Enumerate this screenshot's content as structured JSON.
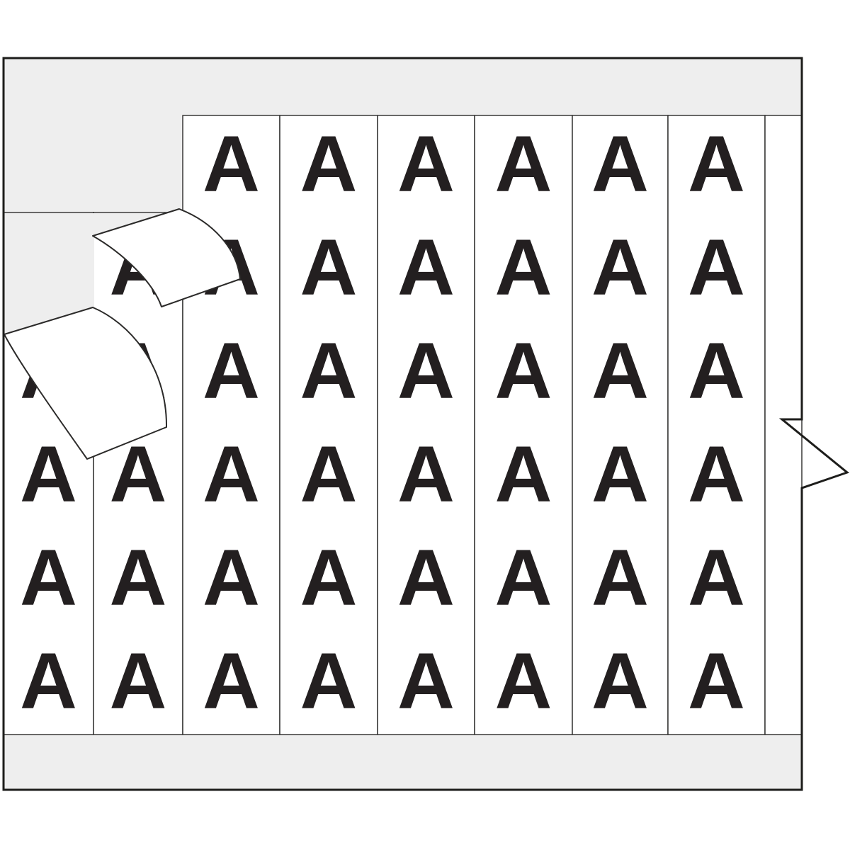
{
  "product": {
    "description": "Wire marker card with vertical label strips, each printed with a repeated letter; two labels peeled up at top-left; die-cut notch on right edge",
    "marker_letter": "A"
  },
  "colors": {
    "page_bg": "#ffffff",
    "card_liner": "#eeeeee",
    "label_white": "#ffffff",
    "ink": "#231f20",
    "strip_outline": "#2b2a29",
    "card_border": "#1d1d1b"
  },
  "strips": [
    {
      "name": "strip-1",
      "full_height": false,
      "rows_with_letter": [
        2,
        3,
        4,
        5
      ]
    },
    {
      "name": "strip-2",
      "full_height": false,
      "rows_with_letter": [
        1,
        2,
        3,
        4,
        5
      ]
    },
    {
      "name": "strip-3",
      "full_height": true,
      "rows_with_letter": [
        0,
        1,
        2,
        3,
        4,
        5
      ]
    },
    {
      "name": "strip-4",
      "full_height": true,
      "rows_with_letter": [
        0,
        1,
        2,
        3,
        4,
        5
      ]
    },
    {
      "name": "strip-5",
      "full_height": true,
      "rows_with_letter": [
        0,
        1,
        2,
        3,
        4,
        5
      ]
    },
    {
      "name": "strip-6",
      "full_height": true,
      "rows_with_letter": [
        0,
        1,
        2,
        3,
        4,
        5
      ]
    },
    {
      "name": "strip-7",
      "full_height": true,
      "rows_with_letter": [
        0,
        1,
        2,
        3,
        4,
        5
      ]
    },
    {
      "name": "strip-8",
      "full_height": true,
      "rows_with_letter": [
        0,
        1,
        2,
        3,
        4,
        5
      ]
    },
    {
      "name": "strip-9",
      "full_height": true,
      "rows_with_letter": []
    }
  ],
  "peeled_labels": [
    {
      "name": "peeled-label-top"
    },
    {
      "name": "peeled-label-bottom"
    }
  ]
}
